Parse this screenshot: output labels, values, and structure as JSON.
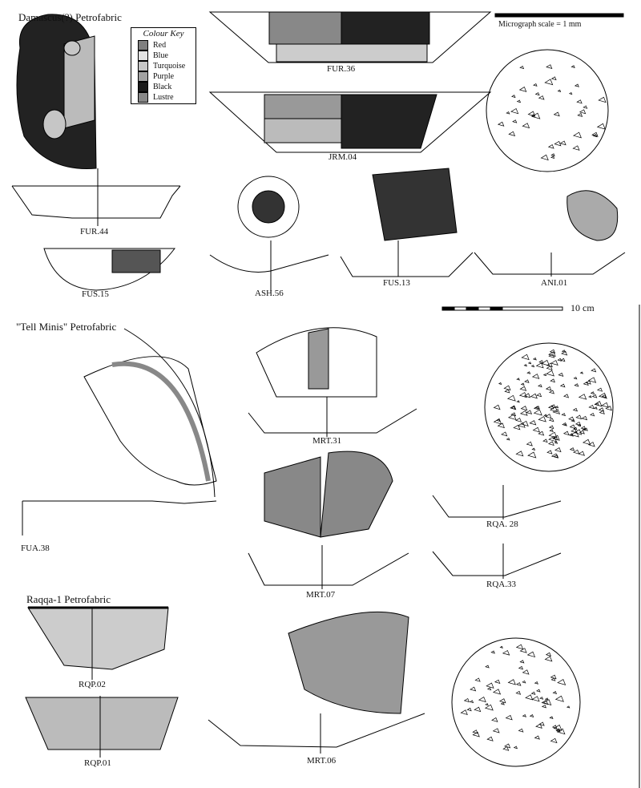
{
  "sections": {
    "damascus": "Damascus(?) Petrofabric",
    "tell_minis": "\"Tell Minis\" Petrofabric",
    "raqqa": "Raqqa-1 Petrofabric"
  },
  "colour_key": {
    "title": "Colour Key",
    "items": [
      {
        "label": "Red",
        "color": "#7f7f7f"
      },
      {
        "label": "Blue",
        "color": "#e2e2e2"
      },
      {
        "label": "Turquoise",
        "color": "#c6c6c6"
      },
      {
        "label": "Purple",
        "color": "#a2a2a2"
      },
      {
        "label": "Black",
        "color": "#1a1a1a"
      },
      {
        "label": "Lustre",
        "color": "#888888"
      }
    ]
  },
  "scales": {
    "micrograph": "Micrograph scale = 1 mm",
    "vessel": "10 cm"
  },
  "samples": {
    "fur36": "FUR.36",
    "jrm04": "JRM.04",
    "fur44": "FUR.44",
    "fus15": "FUS.15",
    "ash56": "ASH.56",
    "fus13": "FUS.13",
    "ani01": "ANI.01",
    "mrt31": "MRT.31",
    "fua38": "FUA.38",
    "mrt07": "MRT.07",
    "rqa28": "RQA. 28",
    "rqa33": "RQA.33",
    "rqp02": "RQP.02",
    "rqp01": "RQP.01",
    "mrt06": "MRT.06"
  }
}
